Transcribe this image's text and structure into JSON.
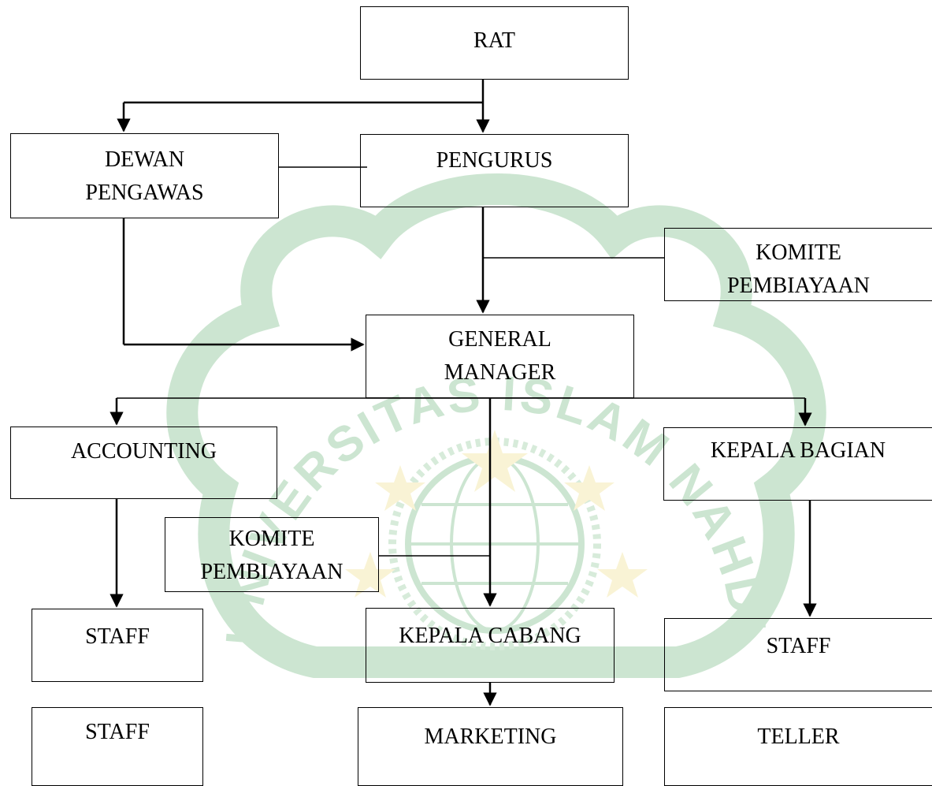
{
  "theme": {
    "line_color": "#000000",
    "text_color": "#000000",
    "watermark_green": "#8fc79a",
    "watermark_yellow": "#f3e6a4"
  },
  "boxes": {
    "rat": [
      "RAT"
    ],
    "dewan_pengawas": [
      "DEWAN",
      "PENGAWAS"
    ],
    "pengurus": [
      "PENGURUS"
    ],
    "komite_pembiayaan_top": [
      "KOMITE",
      "PEMBIAYAAN"
    ],
    "general_manager": [
      "GENERAL",
      "MANAGER"
    ],
    "accounting": [
      "ACCOUNTING"
    ],
    "kepala_bagian": [
      "KEPALA BAGIAN"
    ],
    "komite_pembiayaan_mid": [
      "KOMITE",
      "PEMBIAYAAN"
    ],
    "staff_left_1": [
      "STAFF"
    ],
    "kepala_cabang": [
      "KEPALA CABANG"
    ],
    "staff_right": [
      "STAFF"
    ],
    "staff_left_2": [
      "STAFF"
    ],
    "marketing": [
      "MARKETING"
    ],
    "teller": [
      "TELLER"
    ]
  },
  "watermark": {
    "text": "UNIVERSITAS ISLAM NAHDLATUL ULAMA"
  }
}
